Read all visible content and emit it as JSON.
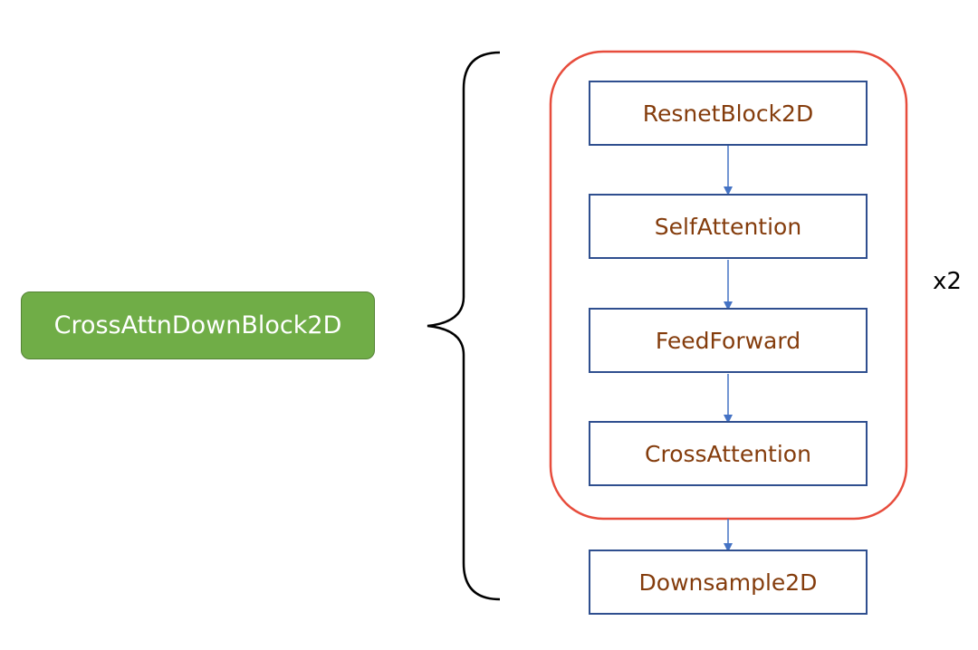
{
  "main_block": {
    "label": "CrossAttnDownBlock2D",
    "fill_color": "#70ad47"
  },
  "loop_group": {
    "repeat_label": "x2",
    "border_color": "#e74c3c",
    "nodes": [
      {
        "label": "ResnetBlock2D"
      },
      {
        "label": "SelfAttention"
      },
      {
        "label": "FeedForward"
      },
      {
        "label": "CrossAttention"
      }
    ]
  },
  "downsample_node": {
    "label": "Downsample2D"
  },
  "colors": {
    "node_border": "#2f4f8f",
    "node_text": "#843c0c",
    "arrow": "#4472c4",
    "brace": "#000000"
  }
}
